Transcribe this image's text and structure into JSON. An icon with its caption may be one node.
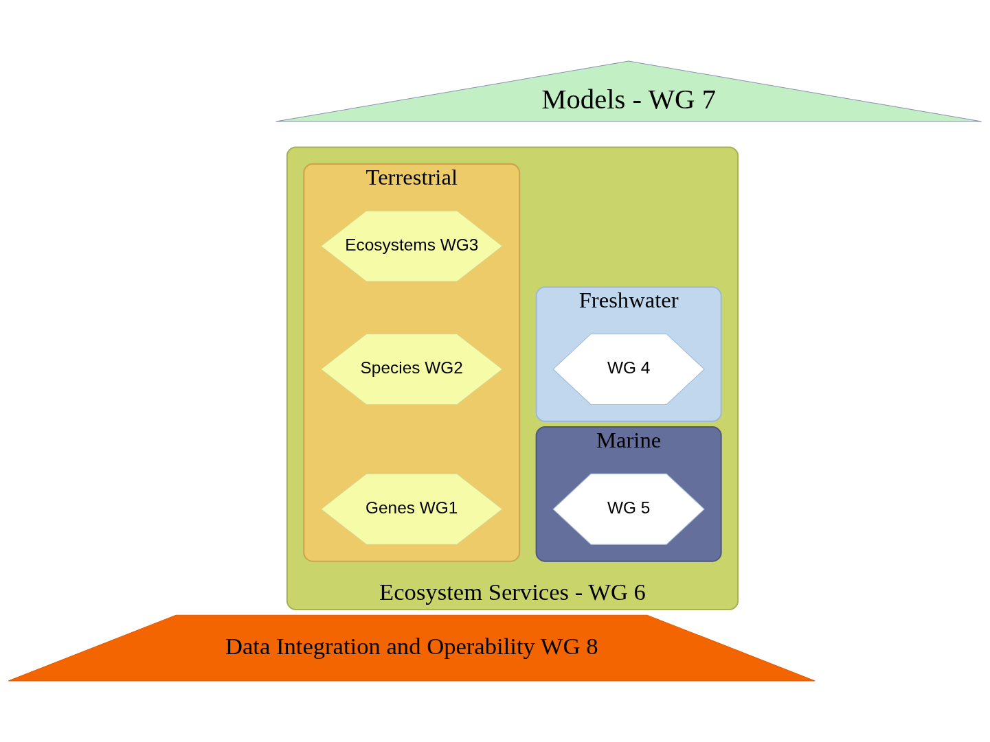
{
  "diagram": {
    "nodes": [
      {
        "text": [
          "Models - WG 7"
        ]
      },
      {
        "text": [
          "Ecosystem Services - WG 6"
        ]
      },
      {
        "text": [
          "Terrestrial"
        ],
        "in": 1
      },
      {
        "text": [
          "Ecosystems WG3"
        ],
        "in": 2
      },
      {
        "text": [
          "Species WG2"
        ],
        "in": 2
      },
      {
        "text": [
          "Genes WG1"
        ],
        "in": 2
      },
      {
        "text": [
          "Freshwater"
        ],
        "in": 1
      },
      {
        "text": [
          "WG 4"
        ],
        "in": 6
      },
      {
        "text": [
          "Marine"
        ],
        "in": 1
      },
      {
        "text": [
          "WG 5"
        ],
        "in": 8
      },
      {
        "text": [
          "Data Integration and Operability WG 8"
        ]
      }
    ],
    "edges": []
  }
}
